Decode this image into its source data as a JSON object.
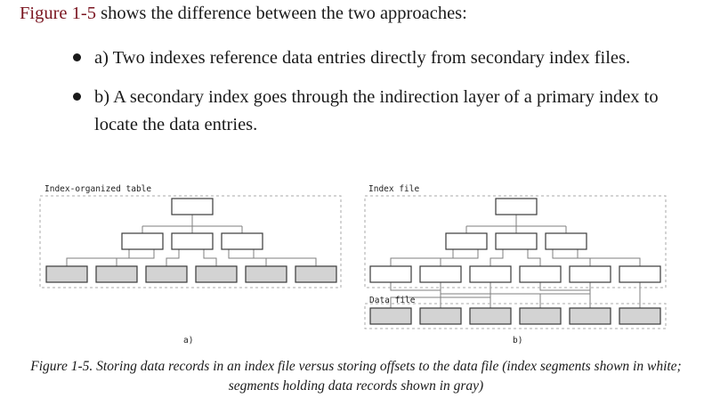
{
  "intro": {
    "ref": "Figure 1-5",
    "rest": " shows the difference between the two approaches:"
  },
  "bullets": [
    "a) Two indexes reference data entries directly from secondary index files.",
    "b) A secondary index goes through the indirection layer of a primary index to locate the data entries."
  ],
  "diagram": {
    "left_title": "Index-organized table",
    "right_title": "Index file",
    "data_file_label": "Data file",
    "left_sub": "a)",
    "right_sub": "b)",
    "colors": {
      "index_segment": "#ffffff",
      "data_segment": "#d3d3d3",
      "box_border": "#3a3a3a",
      "connector": "#7f7f7f",
      "dashed_frame": "#aaaaaa"
    }
  },
  "caption": "Figure 1-5. Storing data records in an index file versus storing offsets to the data file (index segments shown in white; segments holding data records shown in gray)"
}
